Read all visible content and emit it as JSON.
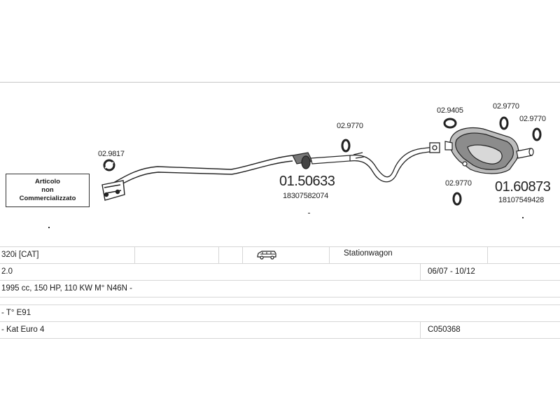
{
  "note": {
    "line1": "Articolo",
    "line2": "non",
    "line3": "Commercializzato"
  },
  "parts": {
    "gasket_front": "02.9817",
    "hanger_mid": "02.9770",
    "middle_silencer": {
      "number": "01.50633",
      "oem": "18307582074"
    },
    "gasket_rear": "02.9405",
    "hanger_rear_top": "02.9770",
    "hanger_rear_right": "02.9770",
    "hanger_rear_bottom": "02.9770",
    "rear_silencer": {
      "number": "01.60873",
      "oem": "18107549428"
    }
  },
  "spec": {
    "model": "320i  [CAT]",
    "body_icon": "station-wagon-icon",
    "body_type": "Stationwagon",
    "engine_size": "2.0",
    "date_range": "06/07 - 10/12",
    "engine_detail": "1995 cc, 150 HP, 110 KW M° N46N -",
    "chassis": "- T° E91",
    "emission": "- Kat Euro 4",
    "catalogue_code": "C050368"
  }
}
